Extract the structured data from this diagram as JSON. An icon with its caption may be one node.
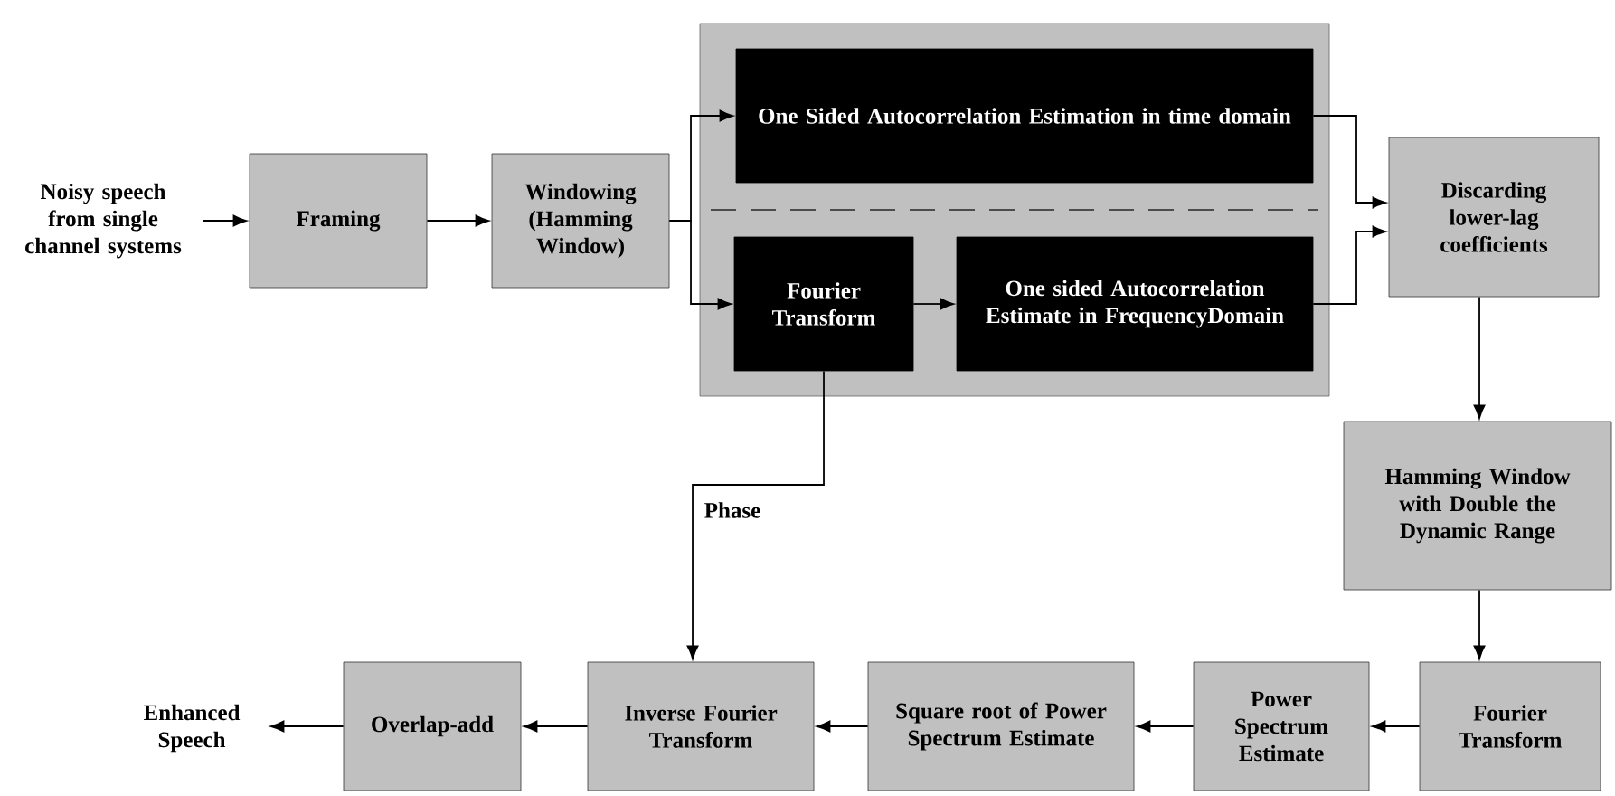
{
  "diagram": {
    "nodes": [
      {
        "text": [
          "Noisy speech from single channel systems"
        ]
      },
      {
        "text": [
          "Framing"
        ]
      },
      {
        "text": [
          "Windowing (Hamming Window)"
        ]
      },
      {
        "text": [],
        "shape": "box"
      },
      {
        "text": [
          "One Sided Autocorrelation Estimation in time domain"
        ],
        "in": 3
      },
      {
        "text": [
          "Fourier Transform"
        ],
        "in": 3
      },
      {
        "text": [
          "One sided Autocorrelation Estimate in FrequencyDomain"
        ],
        "in": 3
      },
      {
        "text": [
          "Discarding lower-lag coefficients"
        ]
      },
      {
        "text": [
          "Hamming Window with Double the Dynamic Range"
        ]
      },
      {
        "text": [
          "Fourier Transform"
        ]
      },
      {
        "text": [
          "Power Spectrum Estimate"
        ]
      },
      {
        "text": [
          "Square root of Power Spectrum Estimate"
        ]
      },
      {
        "text": [
          "Inverse Fourier Transform"
        ]
      },
      {
        "text": [
          "Overlap-add"
        ]
      },
      {
        "text": [
          "Enhanced Speech"
        ]
      }
    ],
    "edges": [
      {
        "from": 0,
        "to": 1,
        "arrow": "to"
      },
      {
        "from": 1,
        "to": 2,
        "arrow": "to"
      },
      {
        "from": 2,
        "to": 4,
        "arrow": "to"
      },
      {
        "from": 2,
        "to": 5,
        "arrow": "to"
      },
      {
        "from": 5,
        "to": 6,
        "arrow": "to"
      },
      {
        "from": 4,
        "to": 7,
        "arrow": "to"
      },
      {
        "from": 6,
        "to": 7,
        "arrow": "to"
      },
      {
        "from": 7,
        "to": 8,
        "arrow": "to"
      },
      {
        "from": 8,
        "to": 9,
        "arrow": "to"
      },
      {
        "from": 9,
        "to": 10,
        "arrow": "to"
      },
      {
        "from": 10,
        "to": 11,
        "arrow": "to"
      },
      {
        "from": 11,
        "to": 12,
        "arrow": "to"
      },
      {
        "from": 12,
        "to": 13,
        "arrow": "to"
      },
      {
        "from": 13,
        "to": 14,
        "arrow": "to"
      },
      {
        "from": 5,
        "to": 12,
        "arrow": "to",
        "label": "Phase"
      }
    ]
  }
}
